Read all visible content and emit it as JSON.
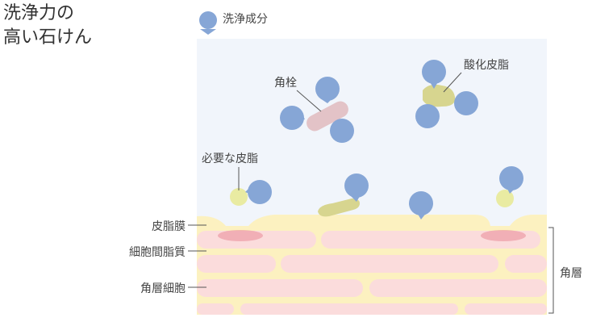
{
  "title": {
    "line1": "洗浄力の",
    "line2": "高い石けん"
  },
  "legend": {
    "label": "洗浄成分"
  },
  "labels": {
    "plug": "角栓",
    "oxidized_sebum": "酸化皮脂",
    "needed_sebum": "必要な皮脂",
    "sebum_film": "皮脂膜",
    "intercellular_lipid": "細胞間脂質",
    "corneocyte": "角層細胞",
    "stratum_corneum": "角層"
  },
  "colors": {
    "cleanser": "#86a6d6",
    "background": "#f1f5fb",
    "sebum": "#e9eba2",
    "oxidized": "#d7d58f",
    "plug": "#e3c3c7",
    "cell": "#fbdcdc",
    "lipid": "#fcf1c0",
    "damage": "#e98a98"
  }
}
